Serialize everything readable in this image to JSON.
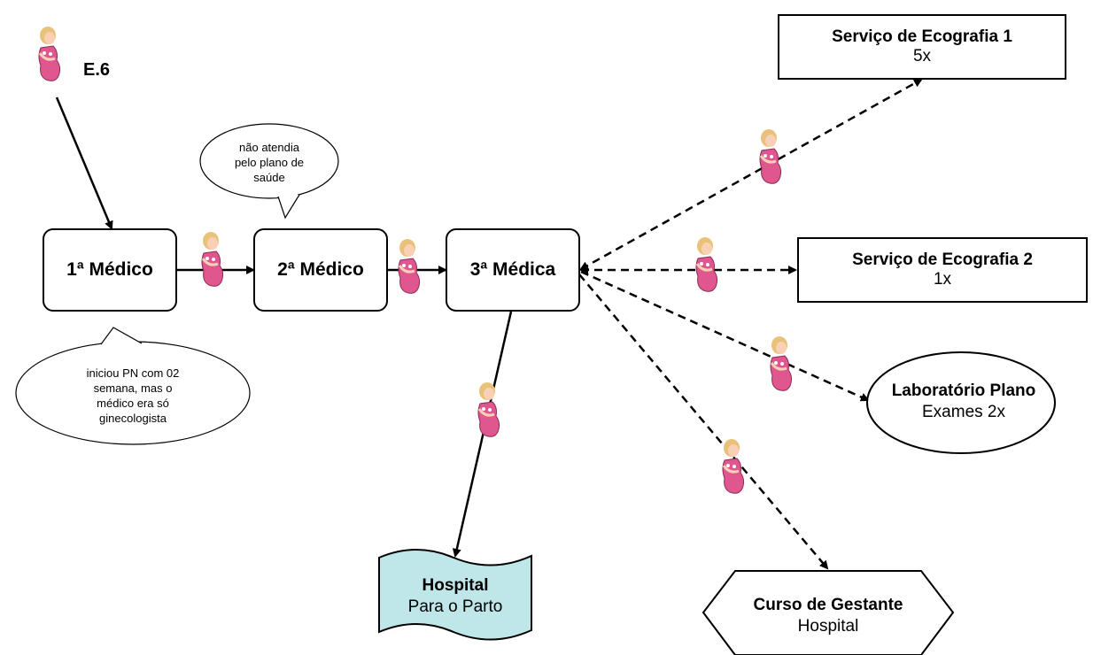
{
  "patient_label": "E.6",
  "nodes": {
    "medico1": "1ª Médico",
    "medico2": "2ª Médico",
    "medica3": "3ª Médica",
    "eco1": {
      "title": "Serviço de Ecografia 1",
      "sub": "5x"
    },
    "eco2": {
      "title": "Serviço de Ecografia 2",
      "sub": "1x"
    },
    "lab": {
      "title": "Laboratório Plano",
      "sub": "Exames 2x"
    },
    "curso": {
      "title": "Curso de Gestante",
      "sub": "Hospital"
    },
    "hospital": {
      "title": "Hospital",
      "sub": "Para o Parto"
    }
  },
  "callouts": {
    "top": [
      "não atendia",
      "pelo plano de",
      "saúde"
    ],
    "bottom": [
      "iniciou PN com 02",
      "semana, mas o",
      "médico era só",
      "ginecologista"
    ]
  },
  "colors": {
    "figure_dress": "#e0578f",
    "figure_skin": "#f9d0b4",
    "figure_hair": "#e8c27a",
    "hospital_fill": "#bfe6e8"
  },
  "icon": "pregnant-woman-icon"
}
